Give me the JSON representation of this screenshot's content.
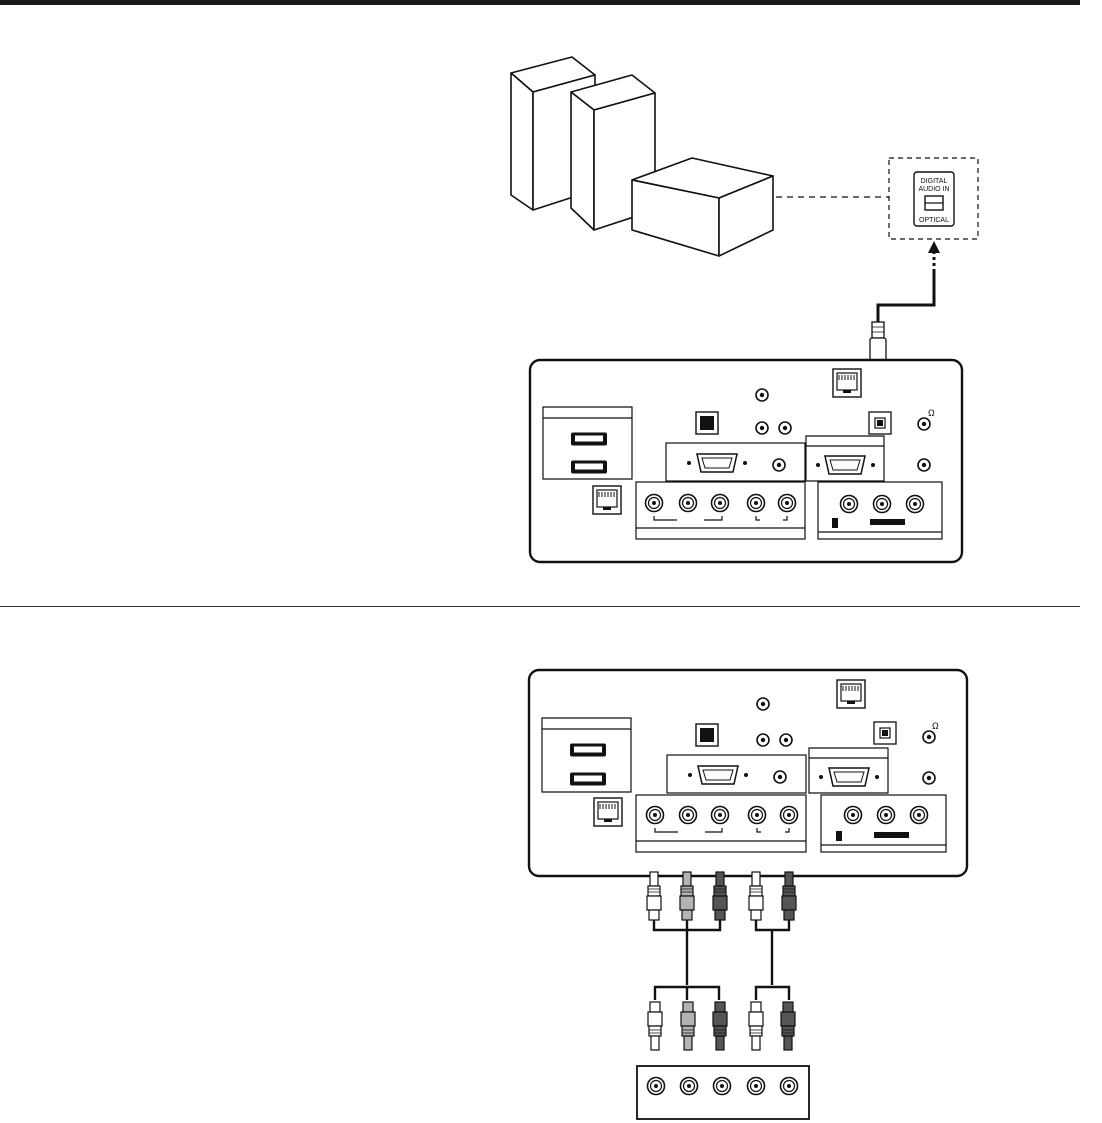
{
  "optical_label": {
    "line1": "DIGITAL",
    "line2": "AUDIO IN",
    "line3": "OPTICAL"
  },
  "panel": {
    "ohm_symbol": "Ω"
  },
  "colors": {
    "line": "#1a1a1a",
    "plug_white": "#ffffff",
    "plug_gray": "#b3b3b3",
    "plug_dark": "#555555"
  }
}
